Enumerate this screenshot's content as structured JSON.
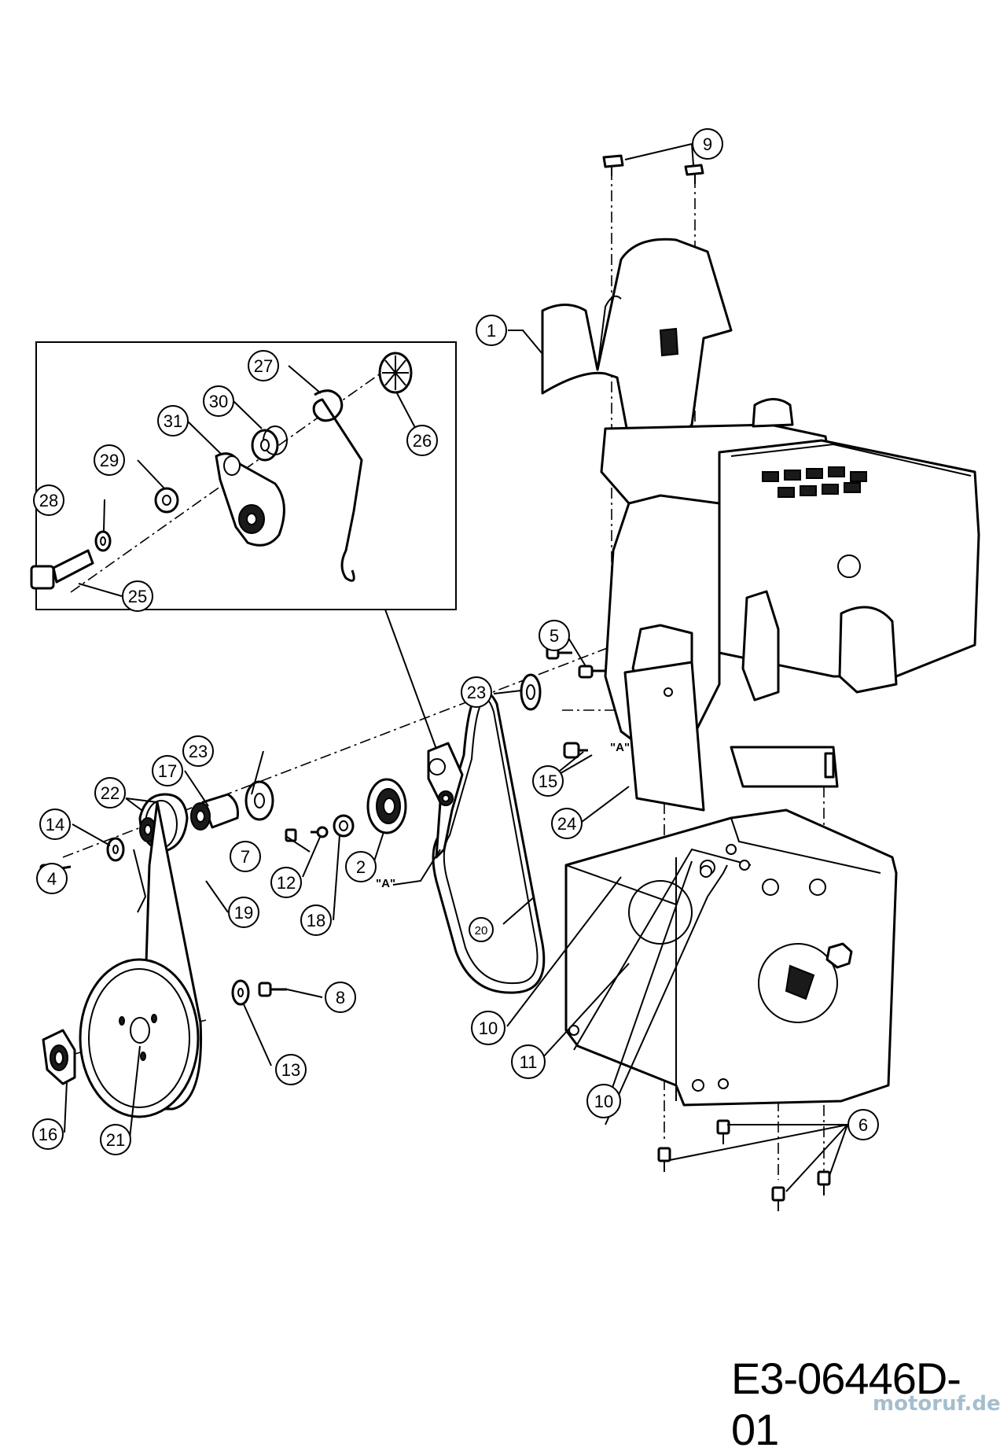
{
  "drawing_code": "E3-06446D-01",
  "watermark": "motoruf.de",
  "assembly_ref": "\"A\"",
  "callouts": [
    {
      "id": "c1",
      "label": "1"
    },
    {
      "id": "c2",
      "label": "2"
    },
    {
      "id": "c4",
      "label": "4"
    },
    {
      "id": "c5",
      "label": "5"
    },
    {
      "id": "c6",
      "label": "6"
    },
    {
      "id": "c7",
      "label": "7"
    },
    {
      "id": "c8",
      "label": "8"
    },
    {
      "id": "c9",
      "label": "9"
    },
    {
      "id": "c10a",
      "label": "10"
    },
    {
      "id": "c10b",
      "label": "10"
    },
    {
      "id": "c11",
      "label": "11"
    },
    {
      "id": "c12",
      "label": "12"
    },
    {
      "id": "c13",
      "label": "13"
    },
    {
      "id": "c14",
      "label": "14"
    },
    {
      "id": "c15",
      "label": "15"
    },
    {
      "id": "c16",
      "label": "16"
    },
    {
      "id": "c17",
      "label": "17"
    },
    {
      "id": "c18",
      "label": "18"
    },
    {
      "id": "c19",
      "label": "19"
    },
    {
      "id": "c20",
      "label": "20"
    },
    {
      "id": "c21",
      "label": "21"
    },
    {
      "id": "c22",
      "label": "22"
    },
    {
      "id": "c23a",
      "label": "23"
    },
    {
      "id": "c23b",
      "label": "23"
    },
    {
      "id": "c24",
      "label": "24"
    },
    {
      "id": "c25",
      "label": "25"
    },
    {
      "id": "c26",
      "label": "26"
    },
    {
      "id": "c27",
      "label": "27"
    },
    {
      "id": "c28",
      "label": "28"
    },
    {
      "id": "c29",
      "label": "29"
    },
    {
      "id": "c30",
      "label": "30"
    },
    {
      "id": "c31",
      "label": "31"
    }
  ]
}
